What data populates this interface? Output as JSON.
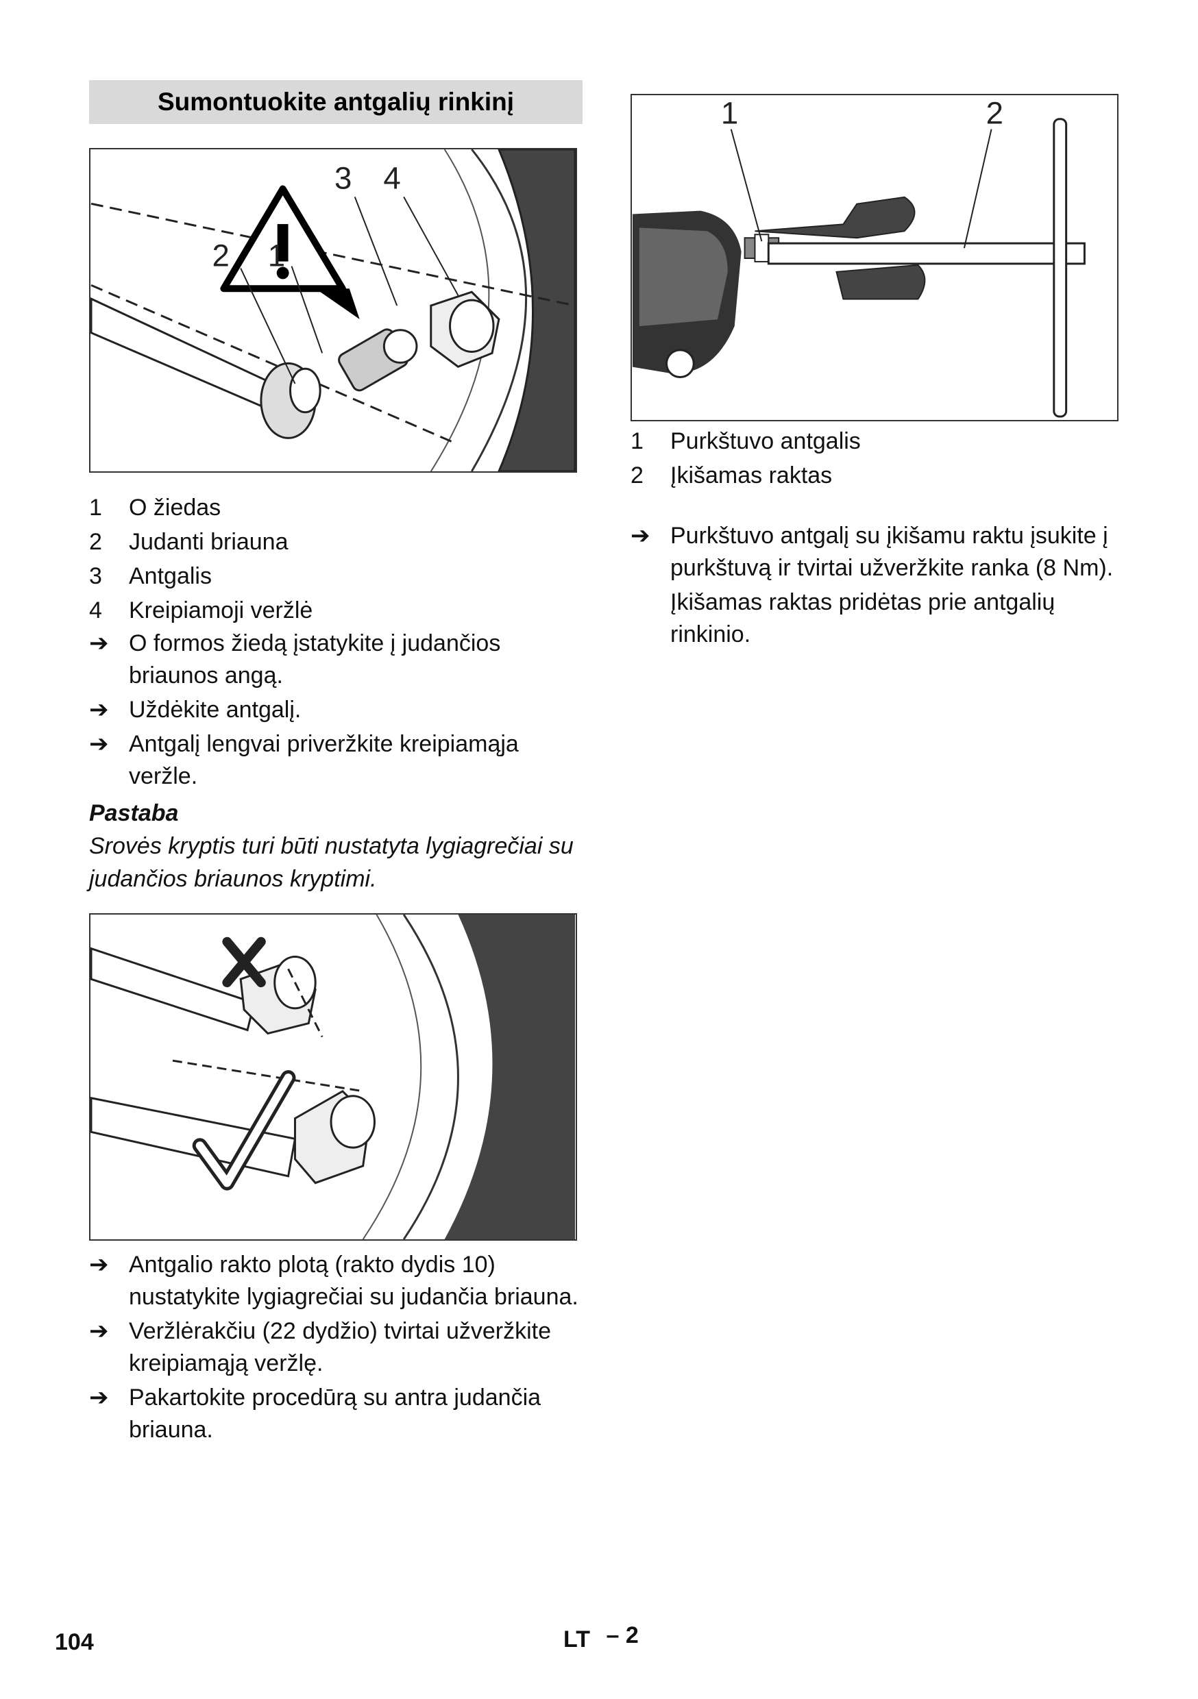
{
  "section": {
    "title": "Sumontuokite antgalių rinkinį"
  },
  "figure1": {
    "callouts": [
      "1",
      "2",
      "3",
      "4"
    ]
  },
  "legend1": [
    {
      "num": "1",
      "text": "O žiedas"
    },
    {
      "num": "2",
      "text": "Judanti briauna"
    },
    {
      "num": "3",
      "text": "Antgalis"
    },
    {
      "num": "4",
      "text": "Kreipiamoji veržlė"
    }
  ],
  "steps1": [
    "O formos žiedą įstatykite į judančios briaunos angą.",
    "Uždėkite antgalį.",
    "Antgalį lengvai priveržkite kreipiamąja veržle."
  ],
  "note": {
    "heading": "Pastaba",
    "text": "Srovės kryptis turi būti nustatyta lygiagrečiai su judančios briaunos kryptimi."
  },
  "steps2": [
    "Antgalio rakto plotą (rakto dydis 10) nustatykite lygiagrečiai su judančia briauna.",
    "Veržlėrakčiu (22 dydžio) tvirtai užveržkite kreipiamąją veržlę.",
    "Pakartokite procedūrą su antra judančia briauna."
  ],
  "figure3": {
    "callouts": [
      "1",
      "2"
    ]
  },
  "legend2": [
    {
      "num": "1",
      "text": "Purkštuvo antgalis"
    },
    {
      "num": "2",
      "text": "Įkišamas raktas"
    }
  ],
  "steps3": [
    "Purkštuvo antgalį su įkišamu raktu įsukite į purkštuvą ir tvirtai užveržkite ranka (8 Nm)."
  ],
  "steps3_extra": "Įkišamas raktas pridėtas prie antgalių rinkinio.",
  "footer": {
    "page": "104",
    "lang": "LT",
    "sub": "– 2"
  },
  "icons": {
    "arrow": "➔",
    "warning": "warning-triangle-icon"
  }
}
